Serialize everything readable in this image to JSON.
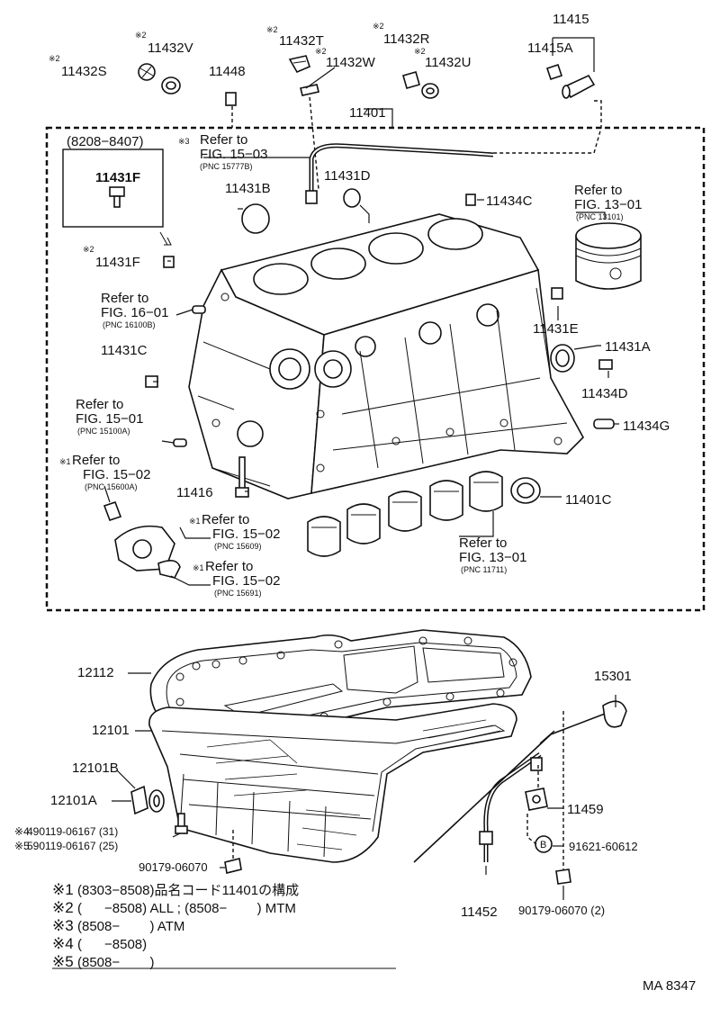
{
  "labels": {
    "p11415": "11415",
    "p11415A": "11415A",
    "p11432S": "11432S",
    "p11432V": "11432V",
    "p11448": "11448",
    "p11432T": "11432T",
    "p11432W": "11432W",
    "p11432R": "11432R",
    "p11432U": "11432U",
    "p11401": "11401",
    "p11431F_box": "11431F",
    "p11431F": "11431F",
    "p11431B": "11431B",
    "p11431D": "11431D",
    "p11434C": "11434C",
    "p11431E": "11431E",
    "p11431A": "11431A",
    "p11431C": "11431C",
    "p11434D": "11434D",
    "p11434G": "11434G",
    "p11416": "11416",
    "p11401C": "11401C",
    "p12112": "12112",
    "p12101": "12101",
    "p12101B": "12101B",
    "p12101A": "12101A",
    "p15301": "15301",
    "p11459": "11459",
    "p91621": "91621-60612",
    "p90179a": "90179-06070",
    "p90179b": "90179-06070 (2)",
    "p11452": "11452",
    "p490119": "490119-06167 (31)",
    "p590119": "590119-06167 (25)",
    "date_box": "(8208−8407)",
    "code": "MA 8347",
    "marker_b": "B"
  },
  "marks": {
    "m2": "※2",
    "m3": "※3",
    "m1": "※1",
    "m4": "※4",
    "m5": "※5"
  },
  "refs": {
    "r1503_t": "Refer to",
    "r1503_f": "FIG. 15−03",
    "r1503_p": "(PNC 15777B)",
    "r1301a_t": "Refer to",
    "r1301a_f": "FIG. 13−01",
    "r1301a_p": "(PNC 13101)",
    "r1601_t": "Refer to",
    "r1601_f": "FIG. 16−01",
    "r1601_p": "(PNC 16100B)",
    "r1501_t": "Refer to",
    "r1501_f": "FIG. 15−01",
    "r1501_p": "(PNC 15100A)",
    "r1502a_t": "Refer to",
    "r1502a_f": "FIG. 15−02",
    "r1502a_p": "(PNC 15600A)",
    "r1502b_t": "Refer to",
    "r1502b_f": "FIG. 15−02",
    "r1502b_p": "(PNC 15609)",
    "r1502c_t": "Refer to",
    "r1502c_f": "FIG. 15−02",
    "r1502c_p": "(PNC 15691)",
    "r1301b_t": "Refer to",
    "r1301b_f": "FIG. 13−01",
    "r1301b_p": "(PNC 11711)"
  },
  "notes": [
    {
      "mark": "※1",
      "text": "(8303−8508)品名コード11401の構成"
    },
    {
      "mark": "※2",
      "text": "(      −8508) ALL ; (8508−        ) MTM"
    },
    {
      "mark": "※3",
      "text": "(8508−        ) ATM"
    },
    {
      "mark": "※4",
      "text": "(      −8508)"
    },
    {
      "mark": "※5",
      "text": "(8508−        )"
    }
  ]
}
